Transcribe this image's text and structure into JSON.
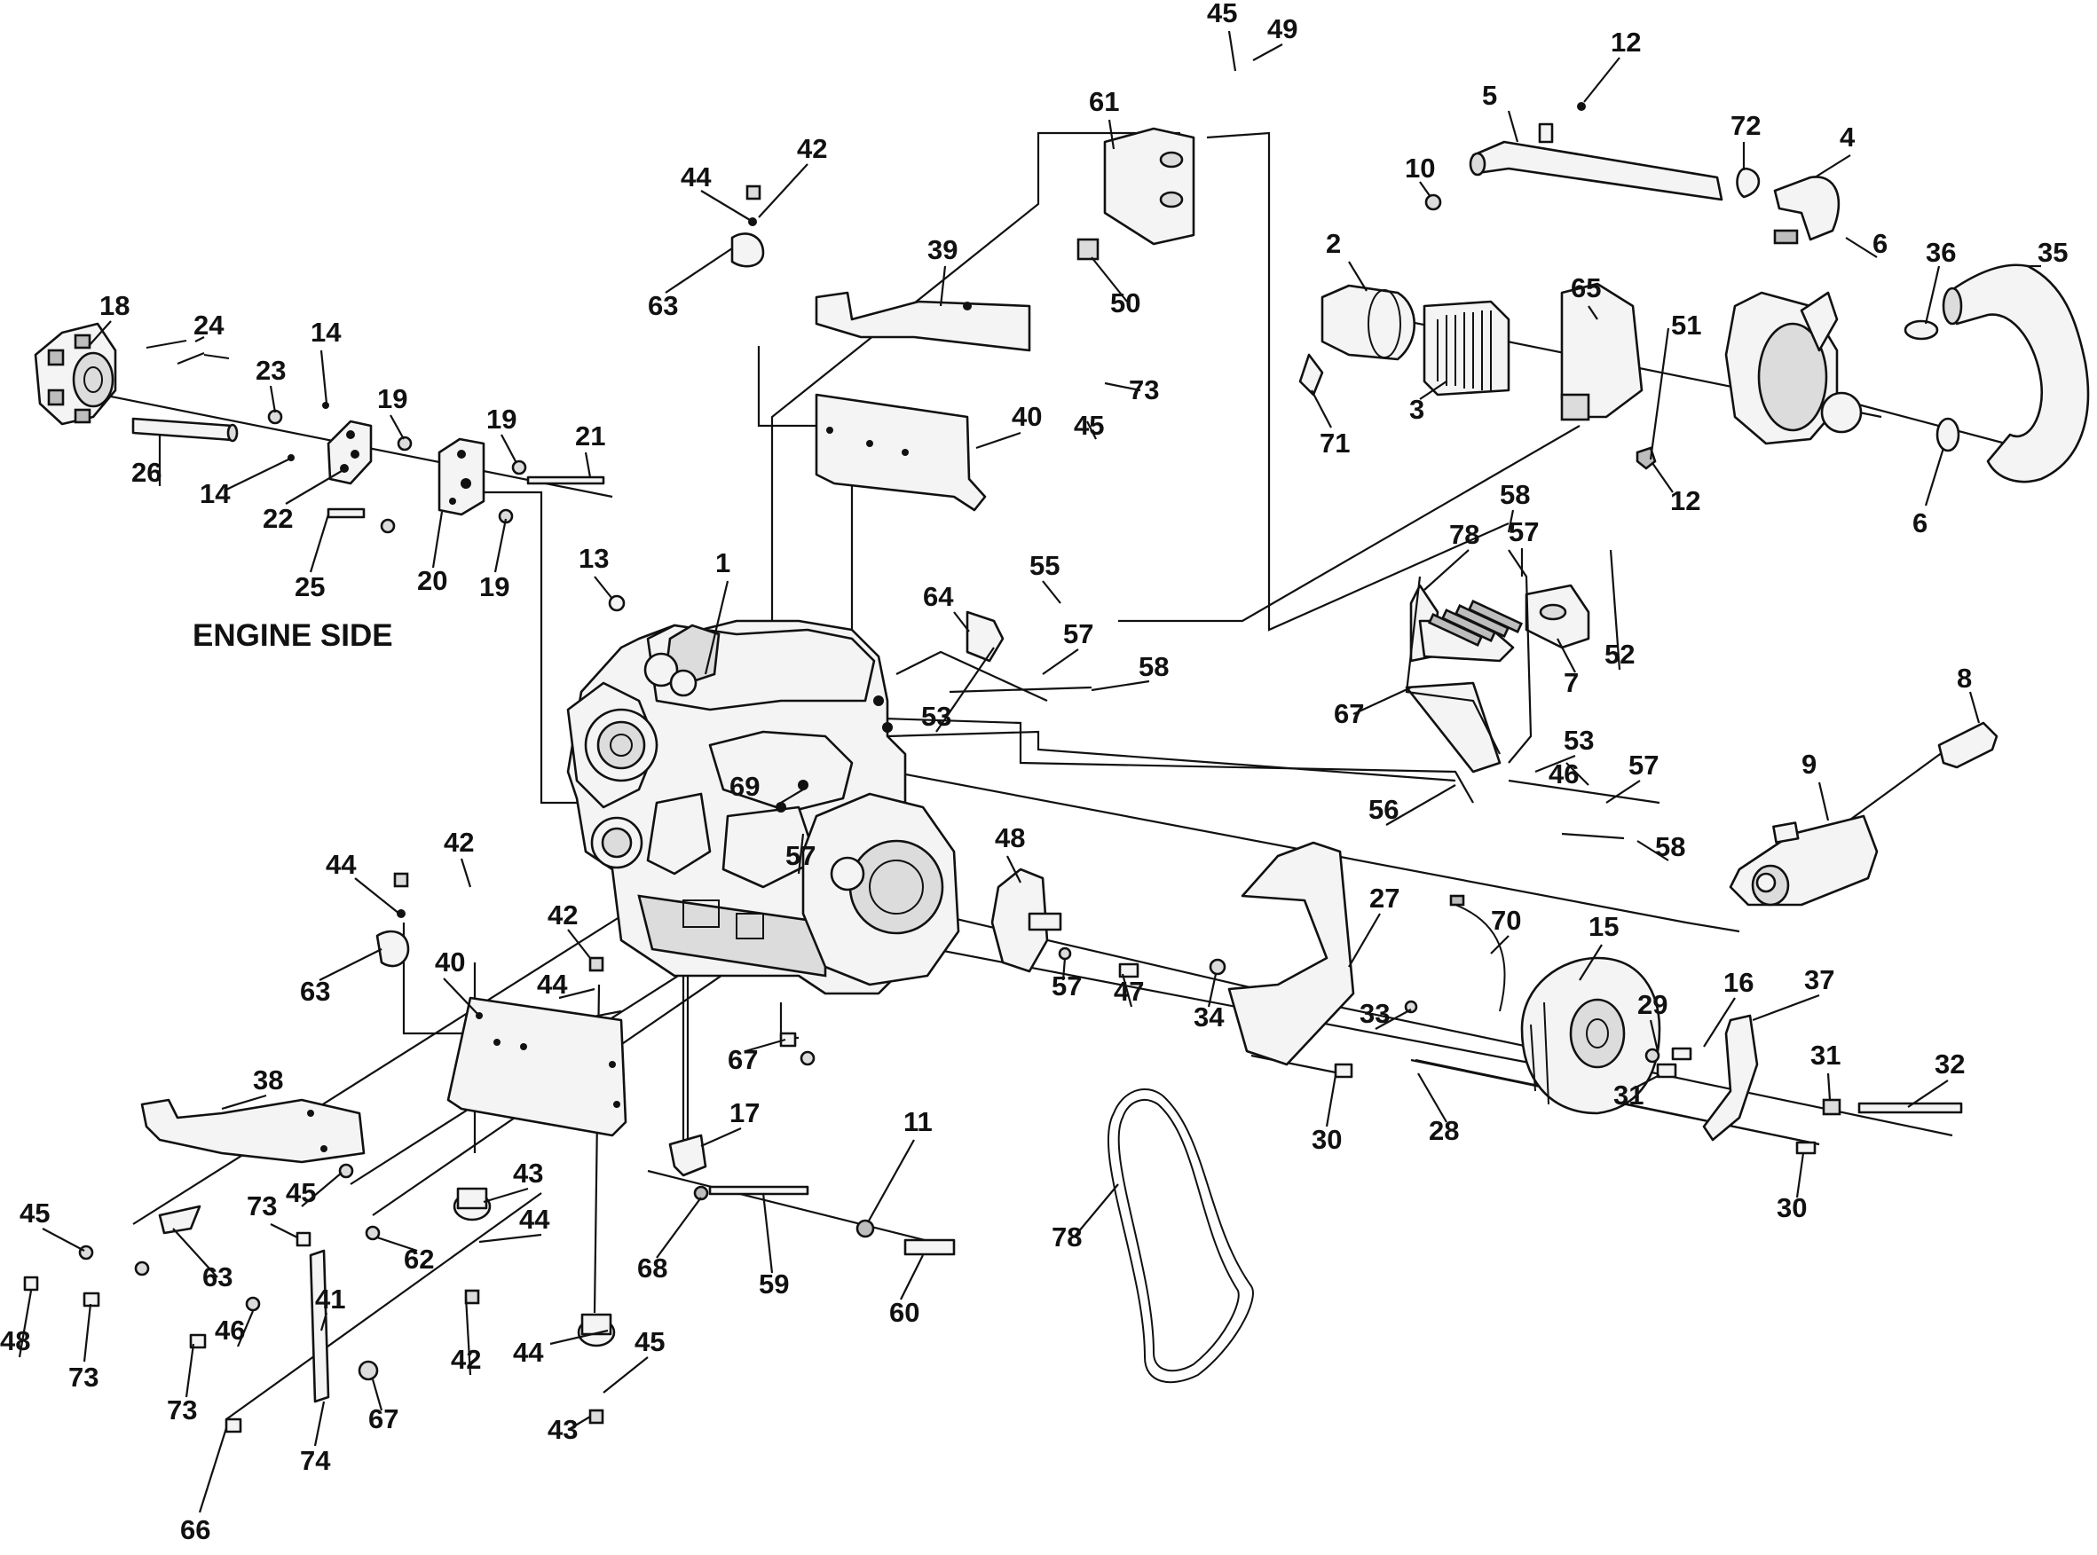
{
  "labels": {
    "engine_side": "ENGINE SIDE"
  },
  "callouts": [
    "1",
    "2",
    "3",
    "4",
    "5",
    "6",
    "6",
    "7",
    "8",
    "9",
    "10",
    "11",
    "12",
    "12",
    "13",
    "14",
    "14",
    "15",
    "16",
    "17",
    "18",
    "19",
    "19",
    "19",
    "20",
    "21",
    "22",
    "23",
    "24",
    "25",
    "26",
    "27",
    "28",
    "29",
    "30",
    "30",
    "31",
    "31",
    "32",
    "33",
    "34",
    "35",
    "36",
    "37",
    "38",
    "39",
    "40",
    "40",
    "41",
    "42",
    "42",
    "42",
    "42",
    "43",
    "43",
    "44",
    "44",
    "44",
    "44",
    "44",
    "45",
    "45",
    "45",
    "45",
    "45",
    "46",
    "46",
    "47",
    "48",
    "48",
    "49",
    "50",
    "51",
    "52",
    "53",
    "53",
    "55",
    "56",
    "57",
    "57",
    "57",
    "57",
    "57",
    "58",
    "58",
    "58",
    "59",
    "60",
    "61",
    "62",
    "63",
    "63",
    "63",
    "64",
    "65",
    "66",
    "67",
    "67",
    "67",
    "68",
    "69",
    "70",
    "71",
    "72",
    "73",
    "73",
    "73",
    "73",
    "74",
    "78",
    "78"
  ]
}
